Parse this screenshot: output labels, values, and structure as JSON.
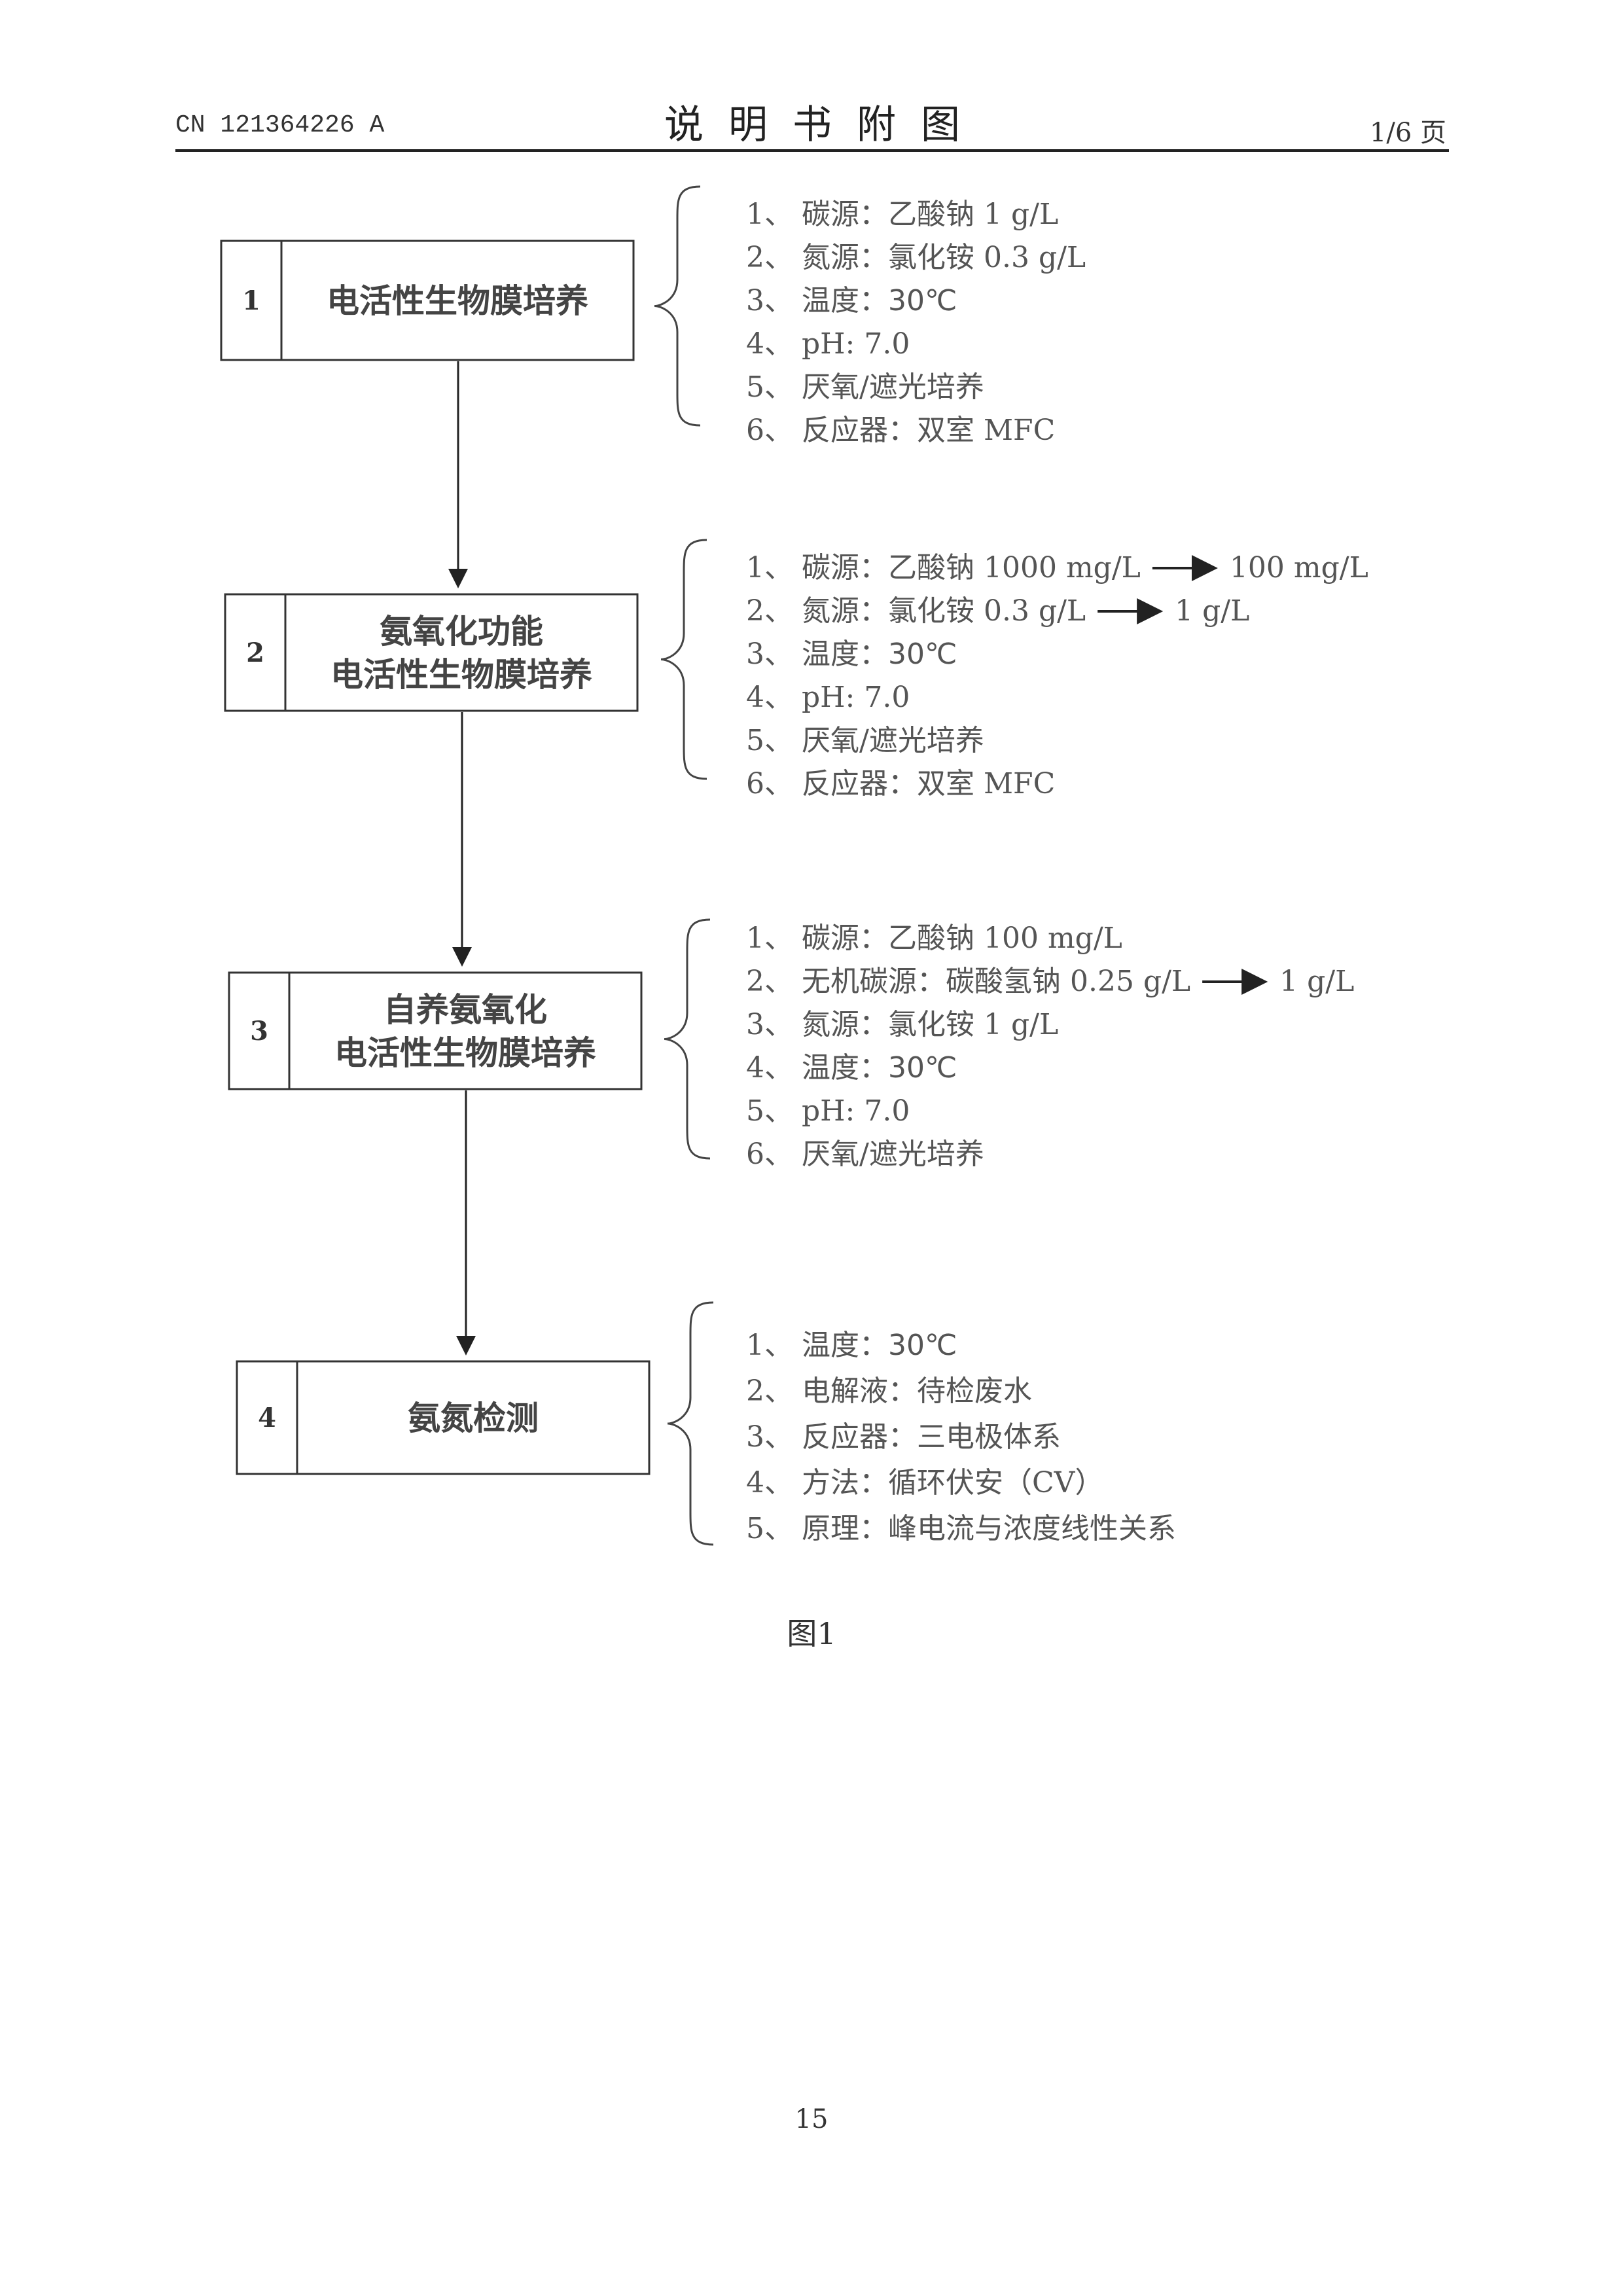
{
  "header": {
    "doc_number": "CN 121364226 A",
    "title": "说明书附图",
    "page_label": "1/6 页"
  },
  "steps": [
    {
      "number": "1",
      "lines": [
        "电活性生物膜培养"
      ],
      "conditions": [
        {
          "n": "1、",
          "label": "碳源：",
          "value": "乙酸钠 1 g/L"
        },
        {
          "n": "2、",
          "label": "氮源：",
          "value": "氯化铵 0.3 g/L"
        },
        {
          "n": "3、",
          "label": "温度：",
          "value": "30℃"
        },
        {
          "n": "4、",
          "label": "",
          "value": "pH: 7.0"
        },
        {
          "n": "5、",
          "label": "",
          "value": "厌氧/遮光培养"
        },
        {
          "n": "6、",
          "label": "反应器：",
          "value": "双室 MFC"
        }
      ]
    },
    {
      "number": "2",
      "lines": [
        "氨氧化功能",
        "电活性生物膜培养"
      ],
      "conditions": [
        {
          "n": "1、",
          "label": "碳源：",
          "value": "乙酸钠 1000 mg/L",
          "to": "100 mg/L"
        },
        {
          "n": "2、",
          "label": "氮源：",
          "value": "氯化铵 0.3 g/L",
          "to": "1 g/L"
        },
        {
          "n": "3、",
          "label": "温度：",
          "value": "30℃"
        },
        {
          "n": "4、",
          "label": "",
          "value": "pH: 7.0"
        },
        {
          "n": "5、",
          "label": "",
          "value": "厌氧/遮光培养"
        },
        {
          "n": "6、",
          "label": "反应器：",
          "value": "双室 MFC"
        }
      ]
    },
    {
      "number": "3",
      "lines": [
        "自养氨氧化",
        "电活性生物膜培养"
      ],
      "conditions": [
        {
          "n": "1、",
          "label": "碳源：",
          "value": "乙酸钠 100 mg/L"
        },
        {
          "n": "2、",
          "label": "无机碳源：",
          "value": "碳酸氢钠 0.25 g/L",
          "to": "1 g/L"
        },
        {
          "n": "3、",
          "label": "氮源：",
          "value": "氯化铵 1 g/L"
        },
        {
          "n": "4、",
          "label": "温度：",
          "value": "30℃"
        },
        {
          "n": "5、",
          "label": "",
          "value": "pH: 7.0"
        },
        {
          "n": "6、",
          "label": "",
          "value": "厌氧/遮光培养"
        }
      ]
    },
    {
      "number": "4",
      "lines": [
        "氨氮检测"
      ],
      "conditions": [
        {
          "n": "1、",
          "label": "温度：",
          "value": "30℃"
        },
        {
          "n": "2、",
          "label": "电解液：",
          "value": "待检废水"
        },
        {
          "n": "3、",
          "label": "反应器：",
          "value": "三电极体系"
        },
        {
          "n": "4、",
          "label": "方法：",
          "value": "循环伏安（CV）"
        },
        {
          "n": "5、",
          "label": "原理：",
          "value": "峰电流与浓度线性关系"
        }
      ]
    }
  ],
  "figure_caption": "图1",
  "page_number": "15"
}
